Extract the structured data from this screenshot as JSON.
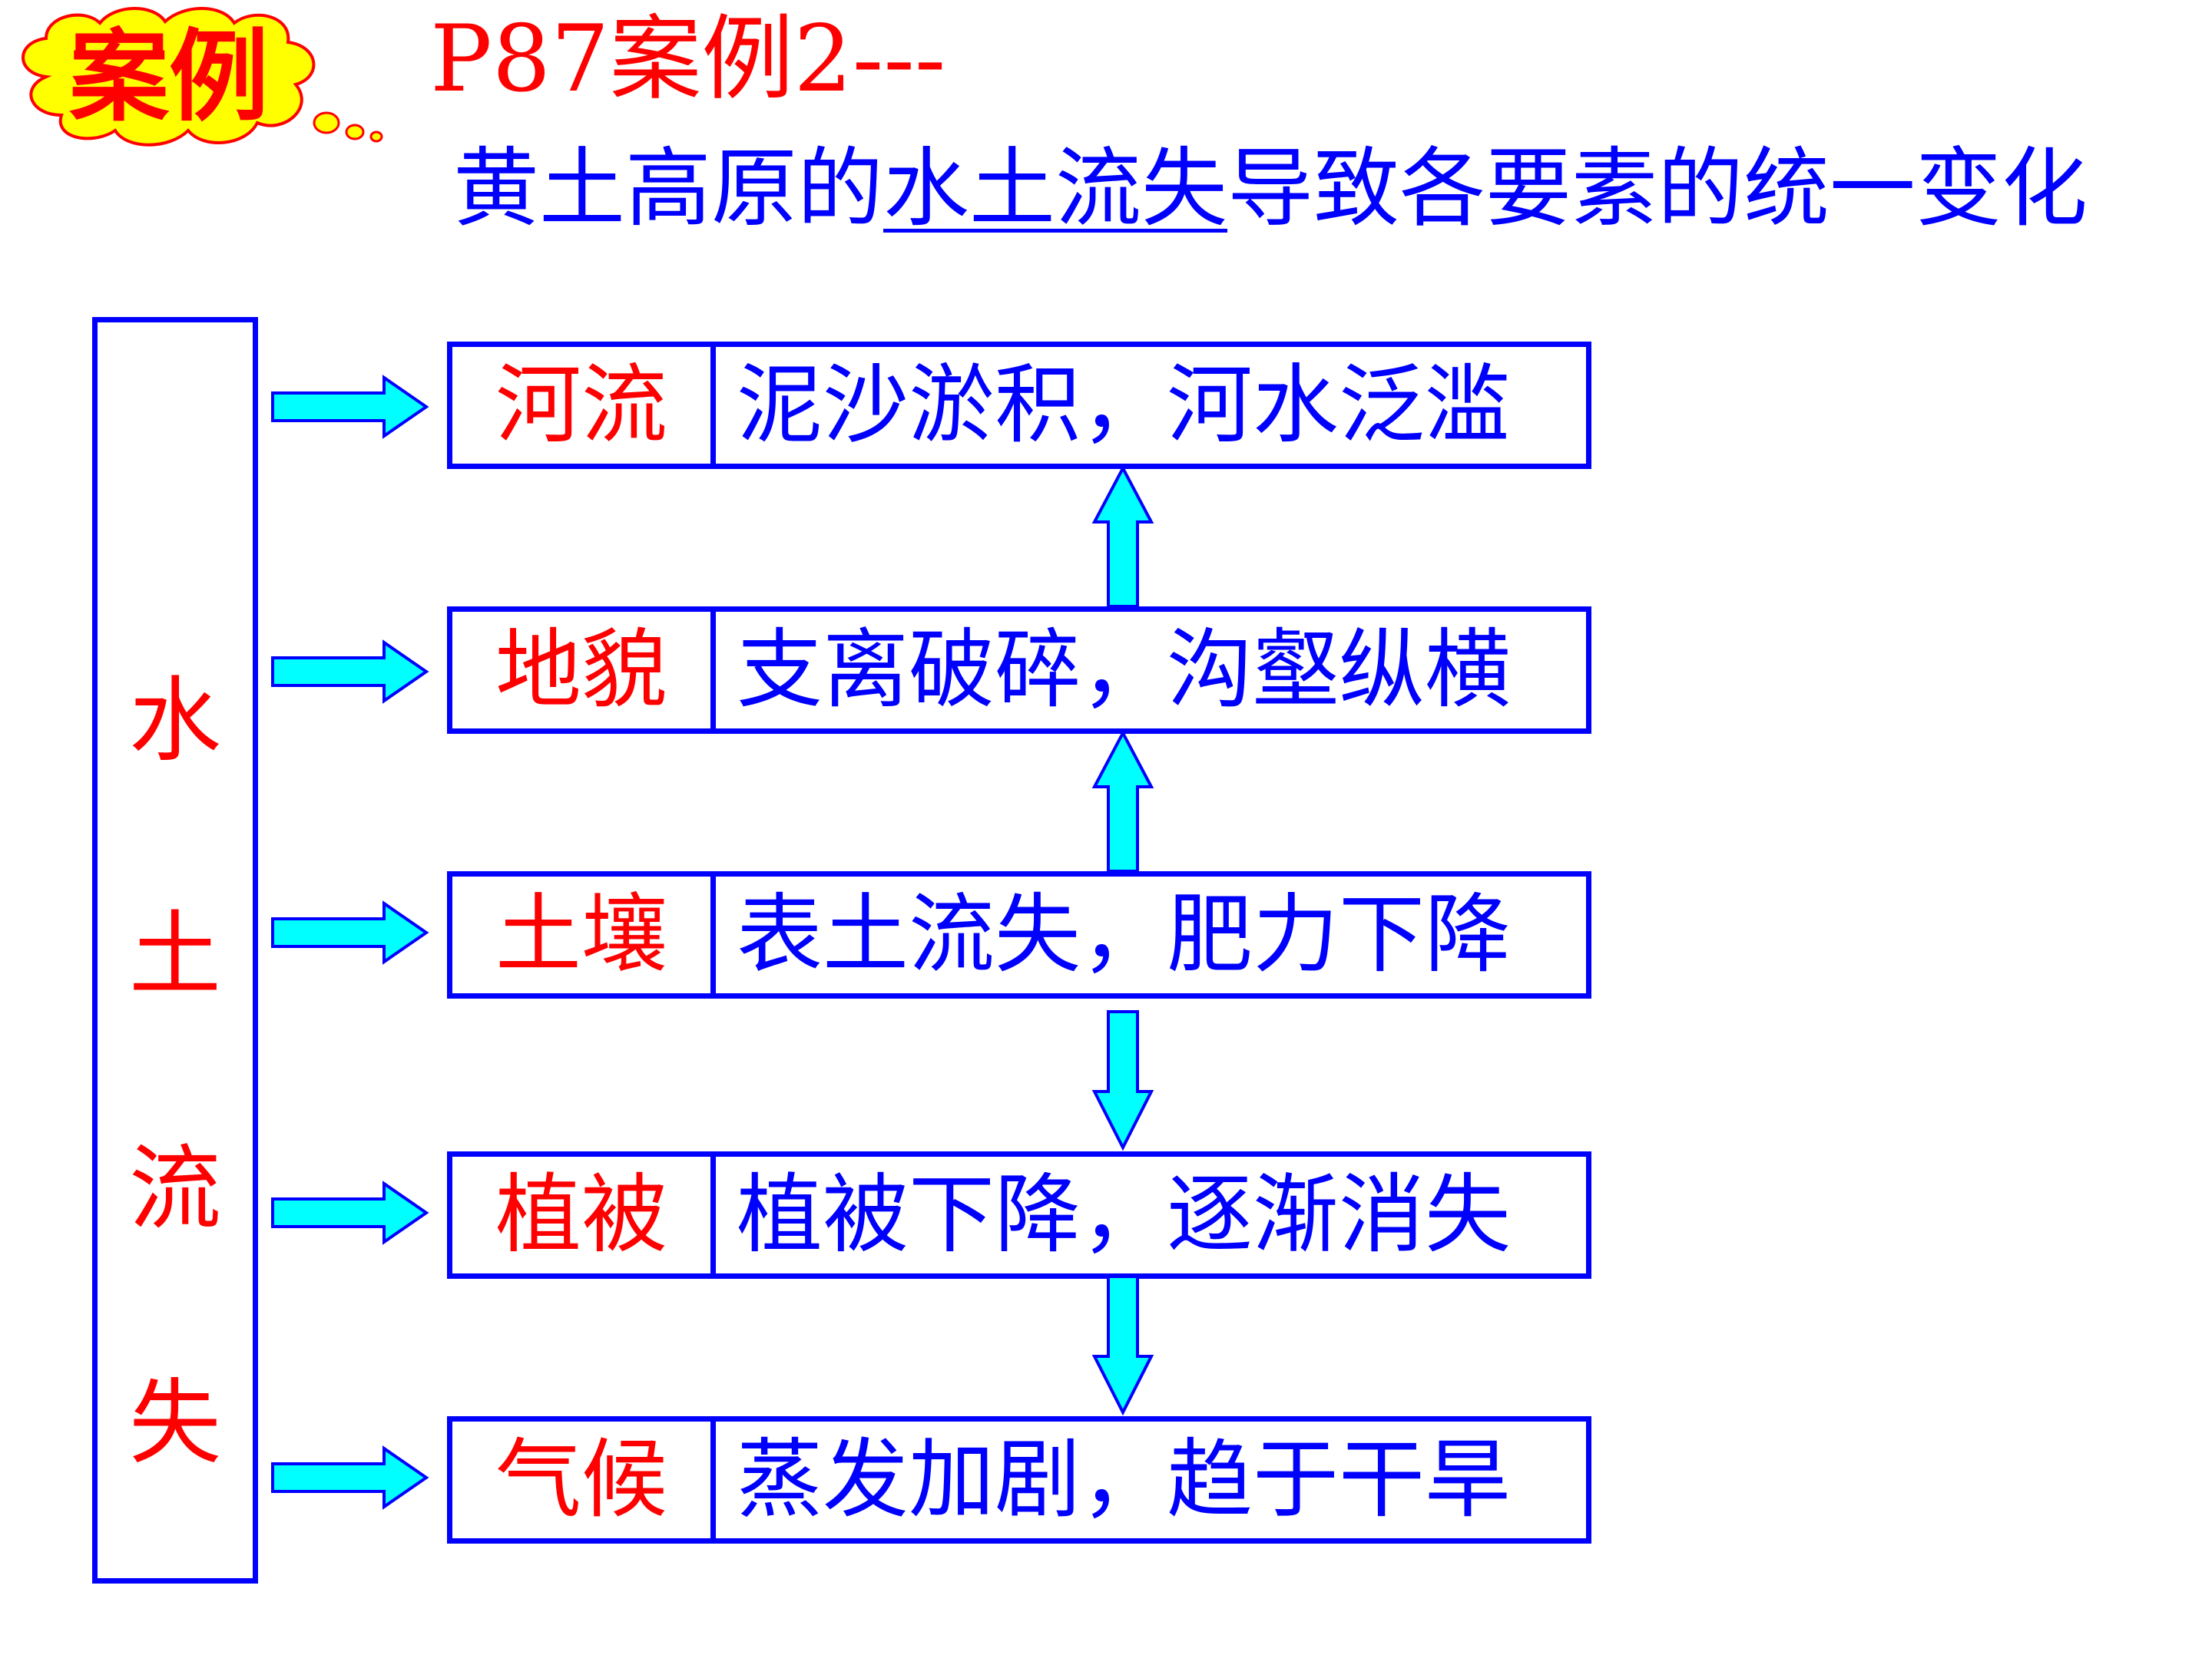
{
  "badge": {
    "label": "案例"
  },
  "title": {
    "line1": "P87案例2---",
    "line2_prefix": "黄土高原的",
    "line2_underlined": "水土流失",
    "line2_suffix": "导致各要素的统一变化"
  },
  "source": {
    "chars": [
      "水",
      "土",
      "流",
      "失"
    ]
  },
  "rows": [
    {
      "category": "河流",
      "description": "泥沙淤积，河水泛滥"
    },
    {
      "category": "地貌",
      "description": "支离破碎，沟壑纵横"
    },
    {
      "category": "土壤",
      "description": "表土流失，肥力下降"
    },
    {
      "category": "植被",
      "description": "植被下降，逐渐消失"
    },
    {
      "category": "气候",
      "description": "蒸发加剧，趋于干旱"
    }
  ],
  "colors": {
    "primary": "#0000ff",
    "accent": "#ff0000",
    "arrow_fill": "#00ffff",
    "cloud_fill": "#ffff00"
  }
}
